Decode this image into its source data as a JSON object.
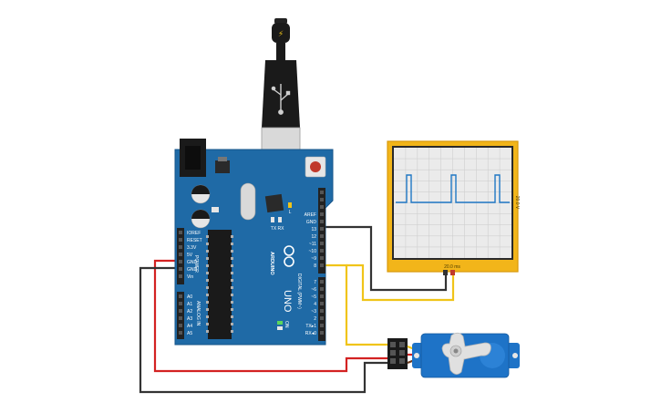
{
  "colors": {
    "board": "#1f6aa6",
    "board_dark": "#17558a",
    "header": "#222222",
    "scope_frame": "#f2b51a",
    "scope_screen": "#ebebeb",
    "signal": "#1f77c4",
    "wire_red": "#d32222",
    "wire_black": "#333333",
    "wire_yellow": "#f0c419",
    "servo": "#1e73c7",
    "servo_horn": "#e0e0e0"
  },
  "board": {
    "brand": "ARDUINO",
    "model": "UNO",
    "on_label": "ON",
    "tx_label": "TX",
    "rx_label": "RX",
    "l_label": "L",
    "digital_header_label": "DIGITAL (PWM~)",
    "power_header_label": "POWER",
    "analog_header_label": "ANALOG IN",
    "power_pins": [
      "IOREF",
      "RESET",
      "3.3V",
      "5V",
      "GND",
      "GND",
      "Vin"
    ],
    "analog_pins": [
      "A0",
      "A1",
      "A2",
      "A3",
      "A4",
      "A5"
    ],
    "digital_pins_top": [
      "AREF",
      "GND",
      "13",
      "12",
      "~11",
      "~10",
      "~9",
      "8"
    ],
    "digital_pins_bottom": [
      "7",
      "~6",
      "~5",
      "4",
      "~3",
      "2",
      "TX▸1",
      "RX◂0"
    ]
  },
  "oscilloscope": {
    "time_label": "20.0 ms",
    "volt_label": "20.0 V"
  },
  "icons": {
    "usb": "usb-icon",
    "power_plug": "power-plug-icon",
    "reset": "reset-button"
  }
}
